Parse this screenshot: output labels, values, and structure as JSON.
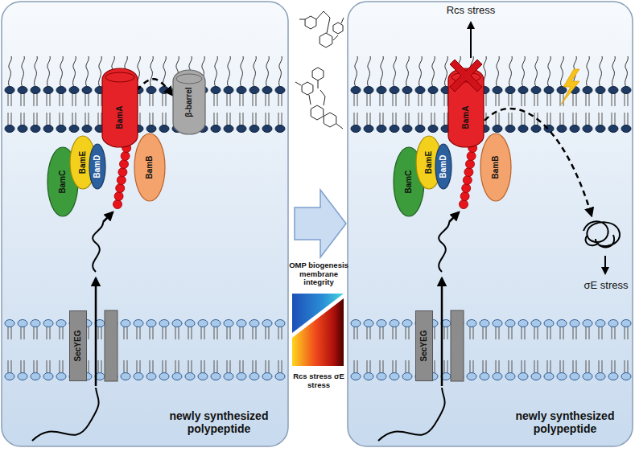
{
  "diagram": {
    "nodes": [
      {
        "text": [
          "newly synthesized polypeptide"
        ]
      },
      {
        "text": [
          "BamC"
        ],
        "in": 0
      },
      {
        "text": [
          "BamE"
        ],
        "in": 0
      },
      {
        "text": [
          "BamD"
        ],
        "in": 0
      },
      {
        "text": [
          "BamA"
        ],
        "in": 0
      },
      {
        "text": [
          "BamB"
        ],
        "in": 0
      },
      {
        "text": [
          "β-barrel"
        ],
        "in": 0
      },
      {
        "text": [
          "SecYEG"
        ],
        "in": 0
      },
      {
        "text": [
          "Rcs stress",
          "σE stress",
          "newly synthesized polypeptide"
        ]
      },
      {
        "text": [
          "BamC"
        ],
        "in": 8
      },
      {
        "text": [
          "BamE"
        ],
        "in": 8
      },
      {
        "text": [
          "BamD"
        ],
        "in": 8
      },
      {
        "text": [
          "BamA"
        ],
        "in": 8
      },
      {
        "text": [
          "BamB"
        ],
        "in": 8
      },
      {
        "text": [
          "SecYEG"
        ],
        "in": 8
      }
    ],
    "edges": [
      {
        "from": 4,
        "to": 6,
        "arrow": "to"
      }
    ],
    "labels": [
      "OMP biogenesis membrane integrity",
      "Rcs stress σE stress"
    ]
  }
}
